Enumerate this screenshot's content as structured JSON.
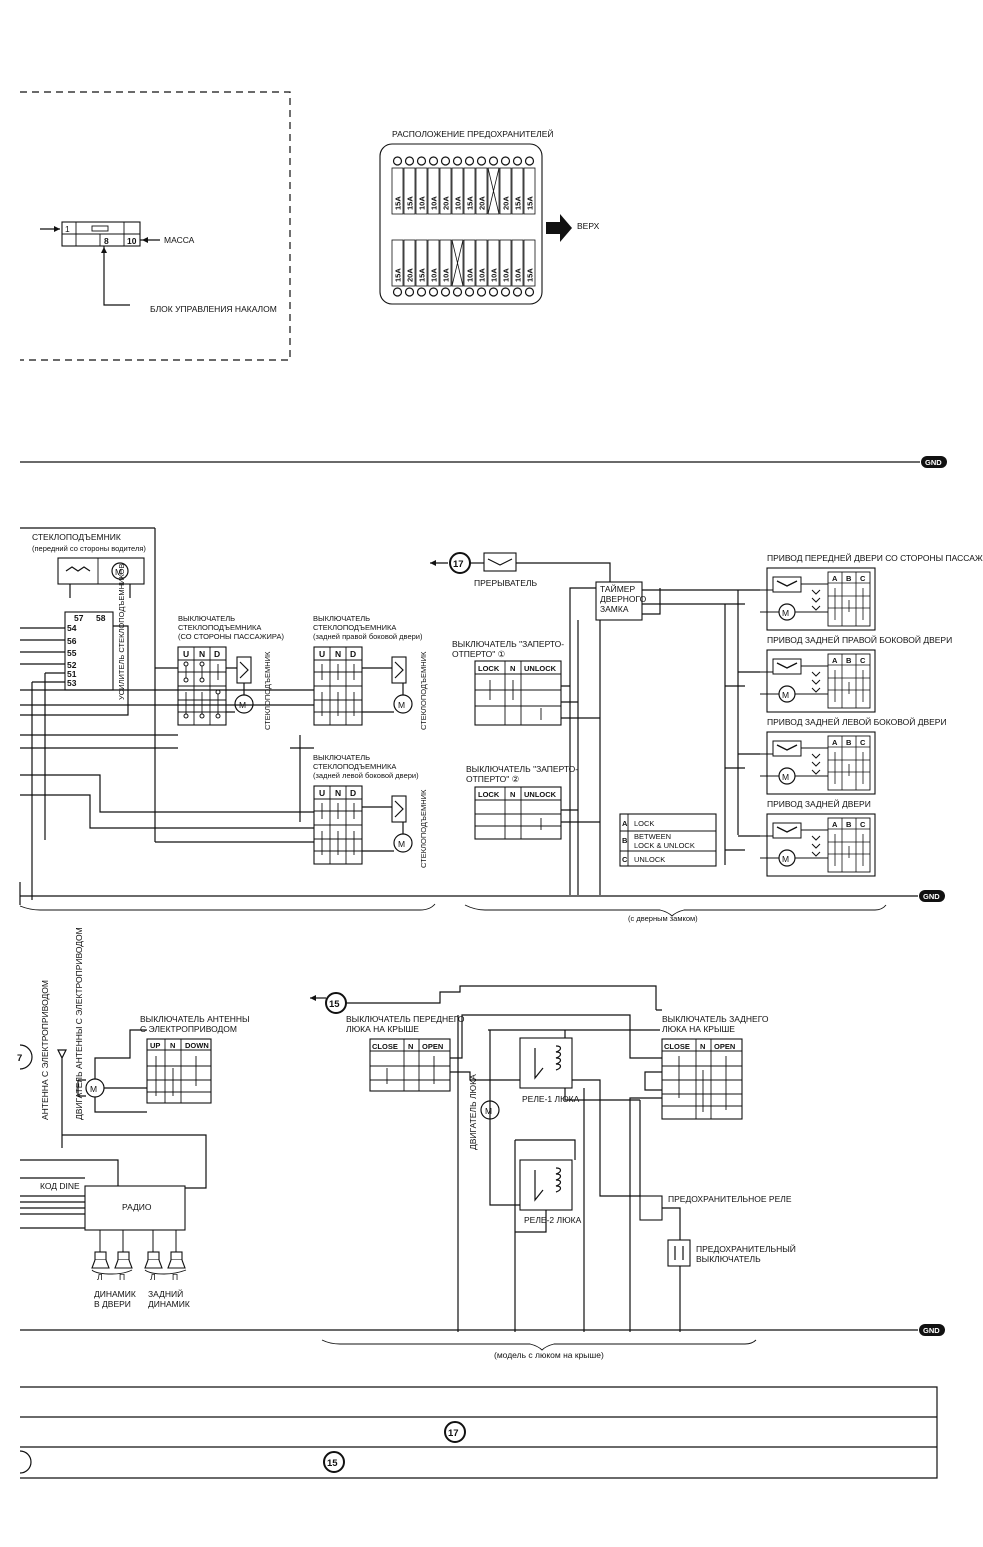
{
  "connector": {
    "pin1": "1",
    "pin8": "8",
    "pin10": "10",
    "mass": "МАССА",
    "glow_unit": "БЛОК УПРАВЛЕНИЯ НАКАЛОМ"
  },
  "fuse_panel": {
    "title": "РАСПОЛОЖЕНИЕ ПРЕДОХРАНИТЕЛЕЙ",
    "top_row": [
      "15A",
      "15A",
      "10A",
      "10A",
      "20A",
      "10A",
      "15A",
      "20A",
      "",
      "20A",
      "15A",
      "15A"
    ],
    "bottom_row": [
      "15A",
      "20A",
      "15A",
      "10A",
      "10A",
      "",
      "10A",
      "10A",
      "10A",
      "10A",
      "10A",
      "15A"
    ],
    "up_label": "ВЕРХ"
  },
  "gnd": "GND",
  "windows": {
    "driver_window": "СТЕКЛОПОДЪЕМНИК",
    "driver_window_sub": "(передний со стороны водителя)",
    "amp_pins_top": [
      "57",
      "58"
    ],
    "amp_pins": [
      "54",
      "56",
      "55",
      "52",
      "51",
      "53"
    ],
    "amp_label": "УСИЛИТЕЛЬ СТЕКЛОПОДЪЕМНИКОВ",
    "sw_pass_l1": "ВЫКЛЮЧАТЕЛЬ",
    "sw_pass_l2": "СТЕКЛОПОДЪЕМНИКА",
    "sw_pass_l3": "(СО СТОРОНЫ ПАССАЖИРА)",
    "sw_rr_l1": "ВЫКЛЮЧАТЕЛЬ",
    "sw_rr_l2": "СТЕКЛОПОДЪЕМНИКА",
    "sw_rr_l3": "(задней правой боковой двери)",
    "sw_rl_l1": "ВЫКЛЮЧАТЕЛЬ",
    "sw_rl_l2": "СТЕКЛОПОДЪЕМНИКА",
    "sw_rl_l3": "(задней левой боковой двери)",
    "cols": [
      "U",
      "N",
      "D"
    ],
    "motor_label": "СТЕКЛОПОДЪЕМНИК"
  },
  "locks": {
    "c17": "17",
    "breaker": "ПРЕРЫВАТЕЛЬ",
    "timer_l1": "ТАЙМЕР",
    "timer_l2": "ДВЕРНОГО",
    "timer_l3": "ЗАМКА",
    "sw1_l1": "ВЫКЛЮЧАТЕЛЬ \"ЗАПЕРТО-",
    "sw1_l2": "ОТПЕРТО\" ①",
    "sw2_l1": "ВЫКЛЮЧАТЕЛЬ \"ЗАПЕРТО-",
    "sw2_l2": "ОТПЕРТО\" ②",
    "cols": [
      "LOCK",
      "N",
      "UNLOCK"
    ],
    "legend": [
      {
        "k": "A",
        "v": "LOCK"
      },
      {
        "k": "B",
        "v": "BETWEEN"
      },
      {
        "k": "",
        "v": "LOCK & UNLOCK"
      },
      {
        "k": "C",
        "v": "UNLOCK"
      }
    ],
    "act_cols": [
      "A",
      "B",
      "C"
    ],
    "act_fl": "ПРИВОД ПЕРЕДНЕЙ ДВЕРИ СО СТОРОНЫ ПАССАЖИРА",
    "act_rr": "ПРИВОД ЗАДНЕЙ ПРАВОЙ БОКОВОЙ ДВЕРИ",
    "act_rl": "ПРИВОД ЗАДНЕЙ ЛЕВОЙ БОКОВОЙ ДВЕРИ",
    "act_rear": "ПРИВОД ЗАДНЕЙ ДВЕРИ",
    "note": "(с дверным замком)"
  },
  "radio": {
    "ant_v1": "АНТЕННА С ЭЛЕКТРОПРИВОДОМ",
    "ant_v2": "ДВИГАТЕЛЬ АНТЕННЫ С ЭЛЕКТРОПРИВОДОМ",
    "sw_l1": "ВЫКЛЮЧАТЕЛЬ АНТЕННЫ",
    "sw_l2": "С ЭЛЕКТРОПРИВОДОМ",
    "cols": [
      "UP",
      "N",
      "DOWN"
    ],
    "kod": "КОД DINE",
    "radio": "РАДИО",
    "l": "Л",
    "p": "П",
    "spk_door_l1": "ДИНАМИК",
    "spk_door_l2": "В ДВЕРИ",
    "spk_rear_l1": "ЗАДНИЙ",
    "spk_rear_l2": "ДИНАМИК",
    "c7": "7"
  },
  "sunroof": {
    "c15": "15",
    "front_l1": "ВЫКЛЮЧАТЕЛЬ ПЕРЕДНЕГО",
    "front_l2": "ЛЮКА НА КРЫШЕ",
    "rear_l1": "ВЫКЛЮЧАТЕЛЬ ЗАДНЕГО",
    "rear_l2": "ЛЮКА НА КРЫШЕ",
    "cols": [
      "CLOSE",
      "N",
      "OPEN"
    ],
    "motor": "ДВИГАТЕЛЬ ЛЮКА",
    "relay1": "РЕЛЕ-1 ЛЮКА",
    "relay2": "РЕЛЕ-2 ЛЮКА",
    "safety_relay": "ПРЕДОХРАНИТЕЛЬНОЕ РЕЛЕ",
    "safety_sw_l1": "ПРЕДОХРАНИТЕЛЬНЫЙ",
    "safety_sw_l2": "ВЫКЛЮЧАТЕЛЬ",
    "note": "(модель с люком на крыше)"
  },
  "bottom": {
    "c17": "17",
    "c15": "15"
  }
}
